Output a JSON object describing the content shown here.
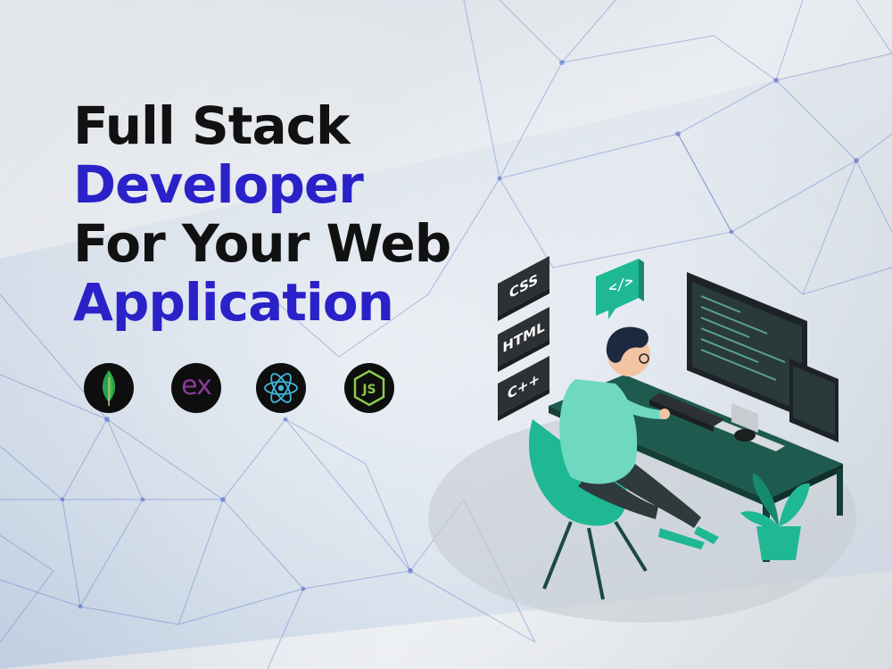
{
  "headline": {
    "line1": "Full Stack",
    "line2": "Developer",
    "line3": "For Your Web",
    "line4": "Application"
  },
  "colors": {
    "text_dark": "#111111",
    "accent": "#2a22c8",
    "teal": "#1fb894",
    "dark_teal": "#1a4a42",
    "badge_bg": "#2e3134"
  },
  "tech_icons": [
    {
      "icon": "mongodb-leaf-icon"
    },
    {
      "icon": "express-icon",
      "text": "ex"
    },
    {
      "icon": "react-atom-icon"
    },
    {
      "icon": "nodejs-hexagon-icon"
    }
  ],
  "code_tags": [
    "CSS",
    "HTML",
    "C++"
  ],
  "code_bubble": "</>"
}
